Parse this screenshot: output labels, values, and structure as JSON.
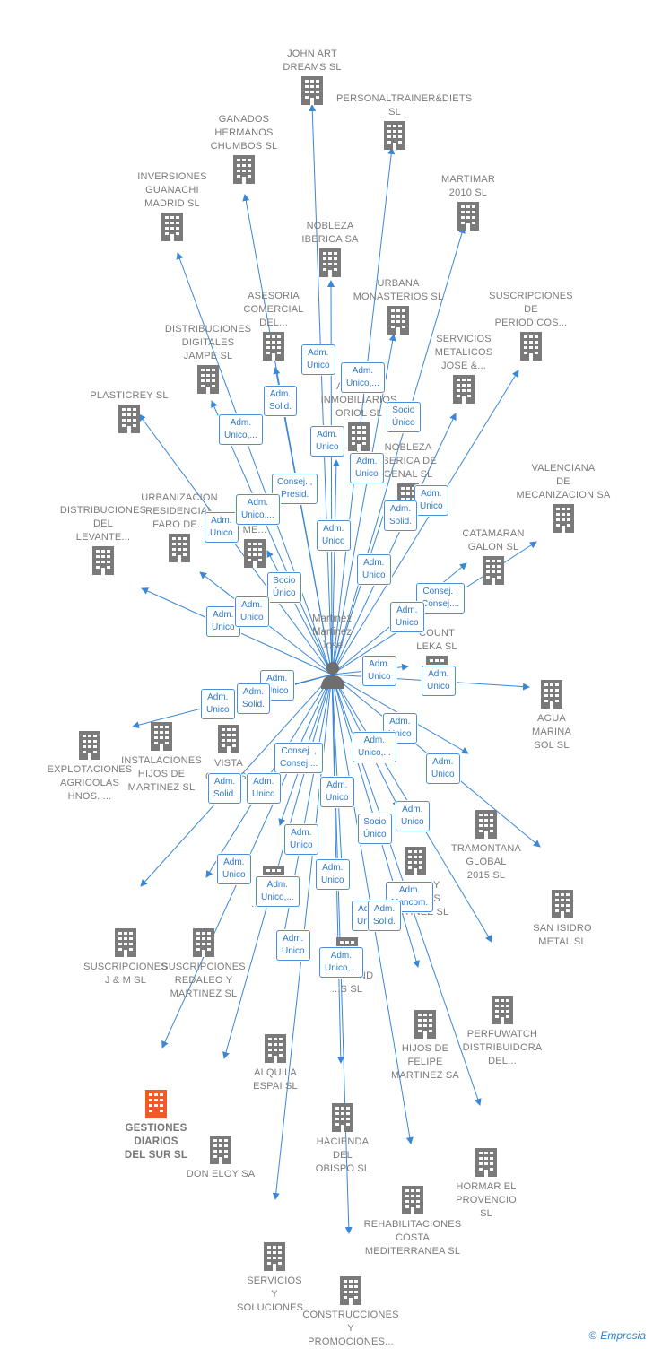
{
  "center": {
    "name": "Martinez\nMartinez\nJose"
  },
  "colors": {
    "edge": "#3a87d6",
    "building": "#7a7a7a",
    "highlight": "#f05a28",
    "person": "#6e6e6e"
  },
  "companies": [
    {
      "id": "n0",
      "name": "JOHN ART\nDREAMS  SL"
    },
    {
      "id": "n1",
      "name": "PERSONALTRAINER&DIETS\nSL"
    },
    {
      "id": "n2",
      "name": "GANADOS\nHERMANOS\nCHUMBOS  SL"
    },
    {
      "id": "n3",
      "name": "MARTIMAR\n2010 SL"
    },
    {
      "id": "n4",
      "name": "INVERSIONES\nGUANACHI\nMADRID  SL"
    },
    {
      "id": "n5",
      "name": "NOBLEZA\nIBERICA SA"
    },
    {
      "id": "n6",
      "name": "URBANA\nMONASTERIOS SL"
    },
    {
      "id": "n7",
      "name": "ASESORIA\nCOMERCIAL\nDEL..."
    },
    {
      "id": "n8",
      "name": "SUSCRIPCIONES\nDE\nPERIODICOS..."
    },
    {
      "id": "n9",
      "name": "DISTRIBUCIONES\nDIGITALES\nJAMPE  SL"
    },
    {
      "id": "n10",
      "name": "SERVICIOS\nMETALICOS\nJOSE &..."
    },
    {
      "id": "n11",
      "name": "PLASTICREY SL"
    },
    {
      "id": "n12",
      "name": "ACTIVOS\nINMOBILIARIOS\nORIOL  SL"
    },
    {
      "id": "n13",
      "name": "NOBLEZA\nIBERICA DE\nGENAL  SL"
    },
    {
      "id": "n14",
      "name": "VALENCIANA\nDE\nMECANIZACION SA"
    },
    {
      "id": "n15",
      "name": "URBANIZACION\nRESIDENCIAL\nFARO DE..."
    },
    {
      "id": "n16",
      "name": "ME..."
    },
    {
      "id": "n17",
      "name": "CATAMARAN\nGALON SL"
    },
    {
      "id": "n18",
      "name": "DISTRIBUCIONES\nDEL\nLEVANTE..."
    },
    {
      "id": "n19",
      "name": "COUNT\nLEKA SL"
    },
    {
      "id": "n20",
      "name": "AGUA\nMARINA\nSOL SL"
    },
    {
      "id": "n21",
      "name": "VISTA\nORIOL SL"
    },
    {
      "id": "n22",
      "name": "INSTALACIONES\nHIJOS DE\nMARTINEZ SL"
    },
    {
      "id": "n23",
      "name": "EXPLOTACIONES\nAGRICOLAS\nHNOS. ..."
    },
    {
      "id": "n24",
      "name": "TRAMONTANA\nGLOBAL\n2015  SL"
    },
    {
      "id": "n25",
      "name": "SAN ISIDRO\nMETAL SL"
    },
    {
      "id": "n26",
      "name": "TALADO Y\nMADERAS\nMARTINEZ  SL"
    },
    {
      "id": "n27",
      "name": "...CAL SA"
    },
    {
      "id": "n28",
      "name": "SUSCRIPCIONES\nJ & M  SL"
    },
    {
      "id": "n29",
      "name": "SUSCRIPCIONES\nREDALEO Y\nMARTINEZ SL"
    },
    {
      "id": "n30",
      "name": "...UET AND\n...S SL"
    },
    {
      "id": "n31",
      "name": "PERFUWATCH\nDISTRIBUIDORA\nDEL..."
    },
    {
      "id": "n32",
      "name": "HIJOS DE\nFELIPE\nMARTINEZ SA"
    },
    {
      "id": "n33",
      "name": "ALQUILA\nESPAI SL"
    },
    {
      "id": "n34",
      "name": "GESTIONES\nDIARIOS\nDEL SUR  SL"
    },
    {
      "id": "n35",
      "name": "DON ELOY SA"
    },
    {
      "id": "n36",
      "name": "HACIENDA\nDEL\nOBISPO  SL"
    },
    {
      "id": "n37",
      "name": "HORMAR EL\nPROVENCIO\nSL"
    },
    {
      "id": "n38",
      "name": "REHABILITACIONES\nCOSTA\nMEDITERRANEA SL"
    },
    {
      "id": "n39",
      "name": "SERVICIOS\nY\nSOLUCIONES..."
    },
    {
      "id": "n40",
      "name": "CONSTRUCCIONES\nY\nPROMOCIONES..."
    }
  ],
  "roles": [
    {
      "id": "r0",
      "text": "Adm.\nUnico"
    },
    {
      "id": "r1",
      "text": "Adm.\nUnico,..."
    },
    {
      "id": "r2",
      "text": "Adm.\nSolid."
    },
    {
      "id": "r3",
      "text": "Adm.\nUnico,..."
    },
    {
      "id": "r4",
      "text": "Adm.\nUnico"
    },
    {
      "id": "r5",
      "text": "Socio\nÚnico"
    },
    {
      "id": "r6",
      "text": "Adm.\nUnico"
    },
    {
      "id": "r7",
      "text": "Consej. ,\nPresid."
    },
    {
      "id": "r8",
      "text": "Adm.\nUnico"
    },
    {
      "id": "r9",
      "text": "Adm.\nUnico,..."
    },
    {
      "id": "r10",
      "text": "Adm.\nUnico"
    },
    {
      "id": "r11",
      "text": "Adm.\nSolid."
    },
    {
      "id": "r12",
      "text": "Adm.\nUnico"
    },
    {
      "id": "r13",
      "text": "Adm.\nUnico"
    },
    {
      "id": "r14",
      "text": "Socio\nÚnico"
    },
    {
      "id": "r15",
      "text": "Adm.\nUnico"
    },
    {
      "id": "r16",
      "text": "Adm.\nUnico"
    },
    {
      "id": "r17",
      "text": "Consej. ,\nConsej...."
    },
    {
      "id": "r18",
      "text": "Adm.\nUnico"
    },
    {
      "id": "r19",
      "text": "Adm.\nUnico"
    },
    {
      "id": "r20",
      "text": "Adm.\nUnico"
    },
    {
      "id": "r21",
      "text": "Adm.\nUnico"
    },
    {
      "id": "r22",
      "text": "Adm.\nUnico"
    },
    {
      "id": "r23",
      "text": "Adm.\nSolid."
    },
    {
      "id": "r24",
      "text": "Adm.\nUnico"
    },
    {
      "id": "r25",
      "text": "Adm.\nUnico,..."
    },
    {
      "id": "r26",
      "text": "Adm.\nUnico"
    },
    {
      "id": "r27",
      "text": "Consej. ,\nConsej...."
    },
    {
      "id": "r28",
      "text": "Adm.\nSolid."
    },
    {
      "id": "r29",
      "text": "Adm.\nUnico"
    },
    {
      "id": "r30",
      "text": "Adm.\nUnico"
    },
    {
      "id": "r31",
      "text": "Adm.\nUnico"
    },
    {
      "id": "r32",
      "text": "Socio\nÚnico"
    },
    {
      "id": "r33",
      "text": "Adm.\nUnico"
    },
    {
      "id": "r34",
      "text": "Adm.\nUnico"
    },
    {
      "id": "r35",
      "text": "Adm.\nUnico,..."
    },
    {
      "id": "r36",
      "text": "Adm.\nUnico"
    },
    {
      "id": "r37",
      "text": "Adm.\nUnico"
    },
    {
      "id": "r38",
      "text": "Adm.\nMancom."
    },
    {
      "id": "r39",
      "text": "Adm.\nUnico"
    },
    {
      "id": "r40",
      "text": "Adm.\nUnico,..."
    },
    {
      "id": "r41",
      "text": "Adm.\nSolid."
    }
  ],
  "footer": {
    "copyright": "©",
    "brand": "Empresia"
  }
}
